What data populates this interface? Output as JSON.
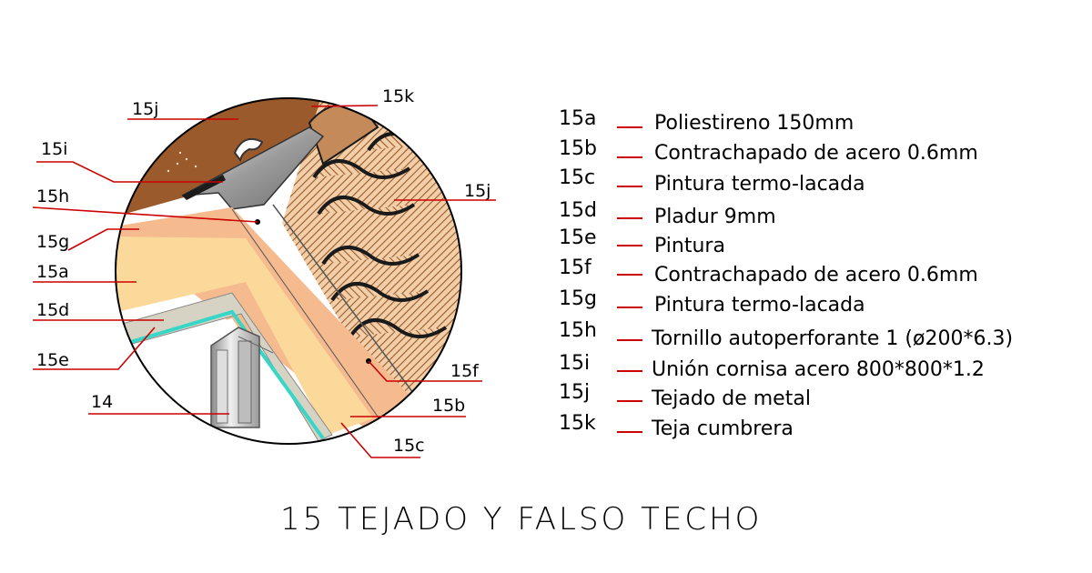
{
  "title": "15 TEJADO Y FALSO TECHO",
  "colors": {
    "leader_line": "#cc0000",
    "wood_brown": "#9a5a2c",
    "tile_light": "#f2cfa8",
    "insulation": "#fbd99a",
    "plywood": "#f6ba8f",
    "plasterboard": "#d7d3c4",
    "paint": "#4ee0d0",
    "metal_grey": "#b4b4b4"
  },
  "callouts": {
    "c15j_top": "15j",
    "c15k": "15k",
    "c15i": "15i",
    "c15h": "15h",
    "c15j_right": "15j",
    "c15g": "15g",
    "c15a": "15a",
    "c15d": "15d",
    "c15e": "15e",
    "c15f": "15f",
    "c14": "14",
    "c15b": "15b",
    "c15c": "15c"
  },
  "legend": [
    {
      "code": "15a",
      "desc": "Poliestireno 150mm"
    },
    {
      "code": "15b",
      "desc": "Contrachapado de acero 0.6mm"
    },
    {
      "code": "15c",
      "desc": "Pintura termo-lacada"
    },
    {
      "code": "15d",
      "desc": "Pladur 9mm"
    },
    {
      "code": "15e",
      "desc": "Pintura"
    },
    {
      "code": "15f",
      "desc": "Contrachapado de acero 0.6mm"
    },
    {
      "code": "15g",
      "desc": "Pintura termo-lacada"
    },
    {
      "code": "15h",
      "desc": "Tornillo autoperforante 1 (ø200*6.3)"
    },
    {
      "code": "15i",
      "desc": "Unión cornisa acero 800*800*1.2"
    },
    {
      "code": "15j",
      "desc": "Tejado de metal"
    },
    {
      "code": "15k",
      "desc": "Teja cumbrera"
    }
  ]
}
